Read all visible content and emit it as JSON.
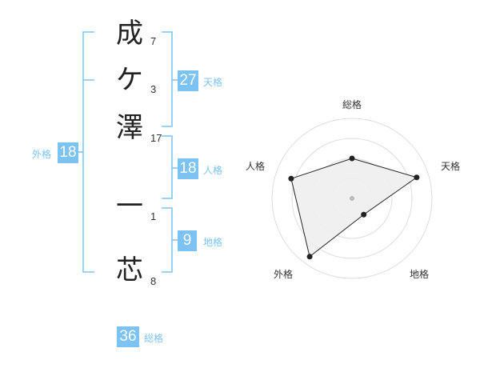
{
  "name": {
    "characters": [
      {
        "char": "成",
        "strokes": "7"
      },
      {
        "char": "ケ",
        "strokes": "3"
      },
      {
        "char": "澤",
        "strokes": "17"
      },
      {
        "char": "一",
        "strokes": "1"
      },
      {
        "char": "芯",
        "strokes": "8"
      }
    ]
  },
  "fortune": {
    "tenkaku": {
      "value": "27",
      "label": "天格"
    },
    "jinkaku": {
      "value": "18",
      "label": "人格"
    },
    "chikaku": {
      "value": "9",
      "label": "地格"
    },
    "gaikaku": {
      "value": "18",
      "label": "外格"
    },
    "soukaku": {
      "value": "36",
      "label": "総格"
    }
  },
  "chart_data": {
    "type": "radar",
    "axes": [
      "総格",
      "天格",
      "地格",
      "外格",
      "人格"
    ],
    "values": [
      0.5,
      0.85,
      0.25,
      0.9,
      0.8
    ],
    "rings": 4,
    "max": 1,
    "colors": {
      "fill": "#eeeeee",
      "stroke": "#222222",
      "grid": "#dddddd",
      "center": "#bbbbbb"
    }
  },
  "colors": {
    "accent": "#7cc3f3",
    "text": "#222222"
  }
}
